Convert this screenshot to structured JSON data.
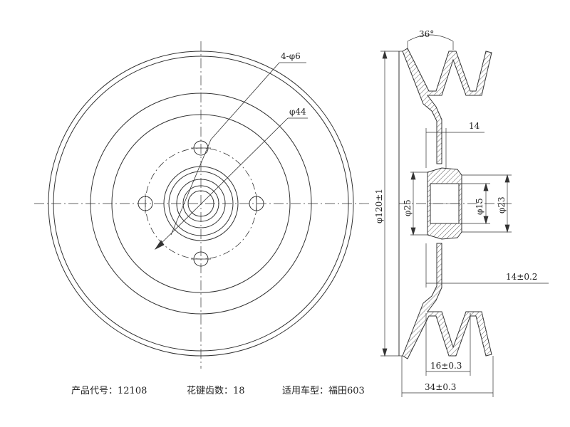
{
  "dimensions": {
    "holes": "4-φ6",
    "pcd": "φ44",
    "groove_angle": "36°",
    "width_14": "14",
    "outer_dia": "φ120±1",
    "dia_25": "φ25",
    "dia_15": "φ15",
    "dia_23": "φ23",
    "hub_offset": "14±0.2",
    "groove_pitch": "16±0.3",
    "total_width": "34±0.3"
  },
  "caption": {
    "product_code": "产品代号：12108",
    "spline_teeth": "花键齿数：18",
    "vehicle": "适用车型：福田603"
  }
}
